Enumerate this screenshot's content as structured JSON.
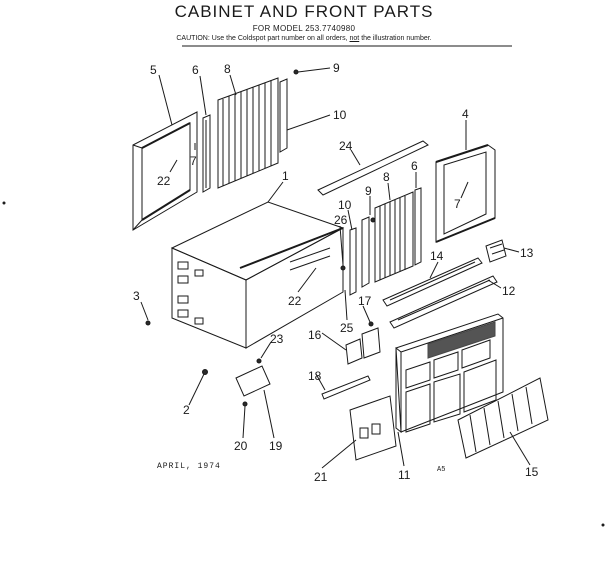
{
  "header": {
    "title": "CABINET AND FRONT PARTS",
    "model": "FOR MODEL 253.7740980",
    "caution_prefix": "CAUTION: Use the Coldspot part number on all orders,",
    "caution_not": "not",
    "caution_suffix": "the illustration number."
  },
  "footer": {
    "date": "APRIL, 1974",
    "code": "A5"
  },
  "callouts": {
    "c1": "1",
    "c2": "2",
    "c3": "3",
    "c4": "4",
    "c5": "5",
    "c6a": "6",
    "c6b": "6",
    "c7a": "7",
    "c7b": "7",
    "c8a": "8",
    "c8b": "8",
    "c9a": "9",
    "c9b": "9",
    "c10a": "10",
    "c10b": "10",
    "c11": "11",
    "c12": "12",
    "c13": "13",
    "c14": "14",
    "c15": "15",
    "c16": "16",
    "c17": "17",
    "c18": "18",
    "c19": "19",
    "c20": "20",
    "c21": "21",
    "c22a": "22",
    "c22b": "22",
    "c23": "23",
    "c24": "24",
    "c25": "25",
    "c26": "26"
  }
}
